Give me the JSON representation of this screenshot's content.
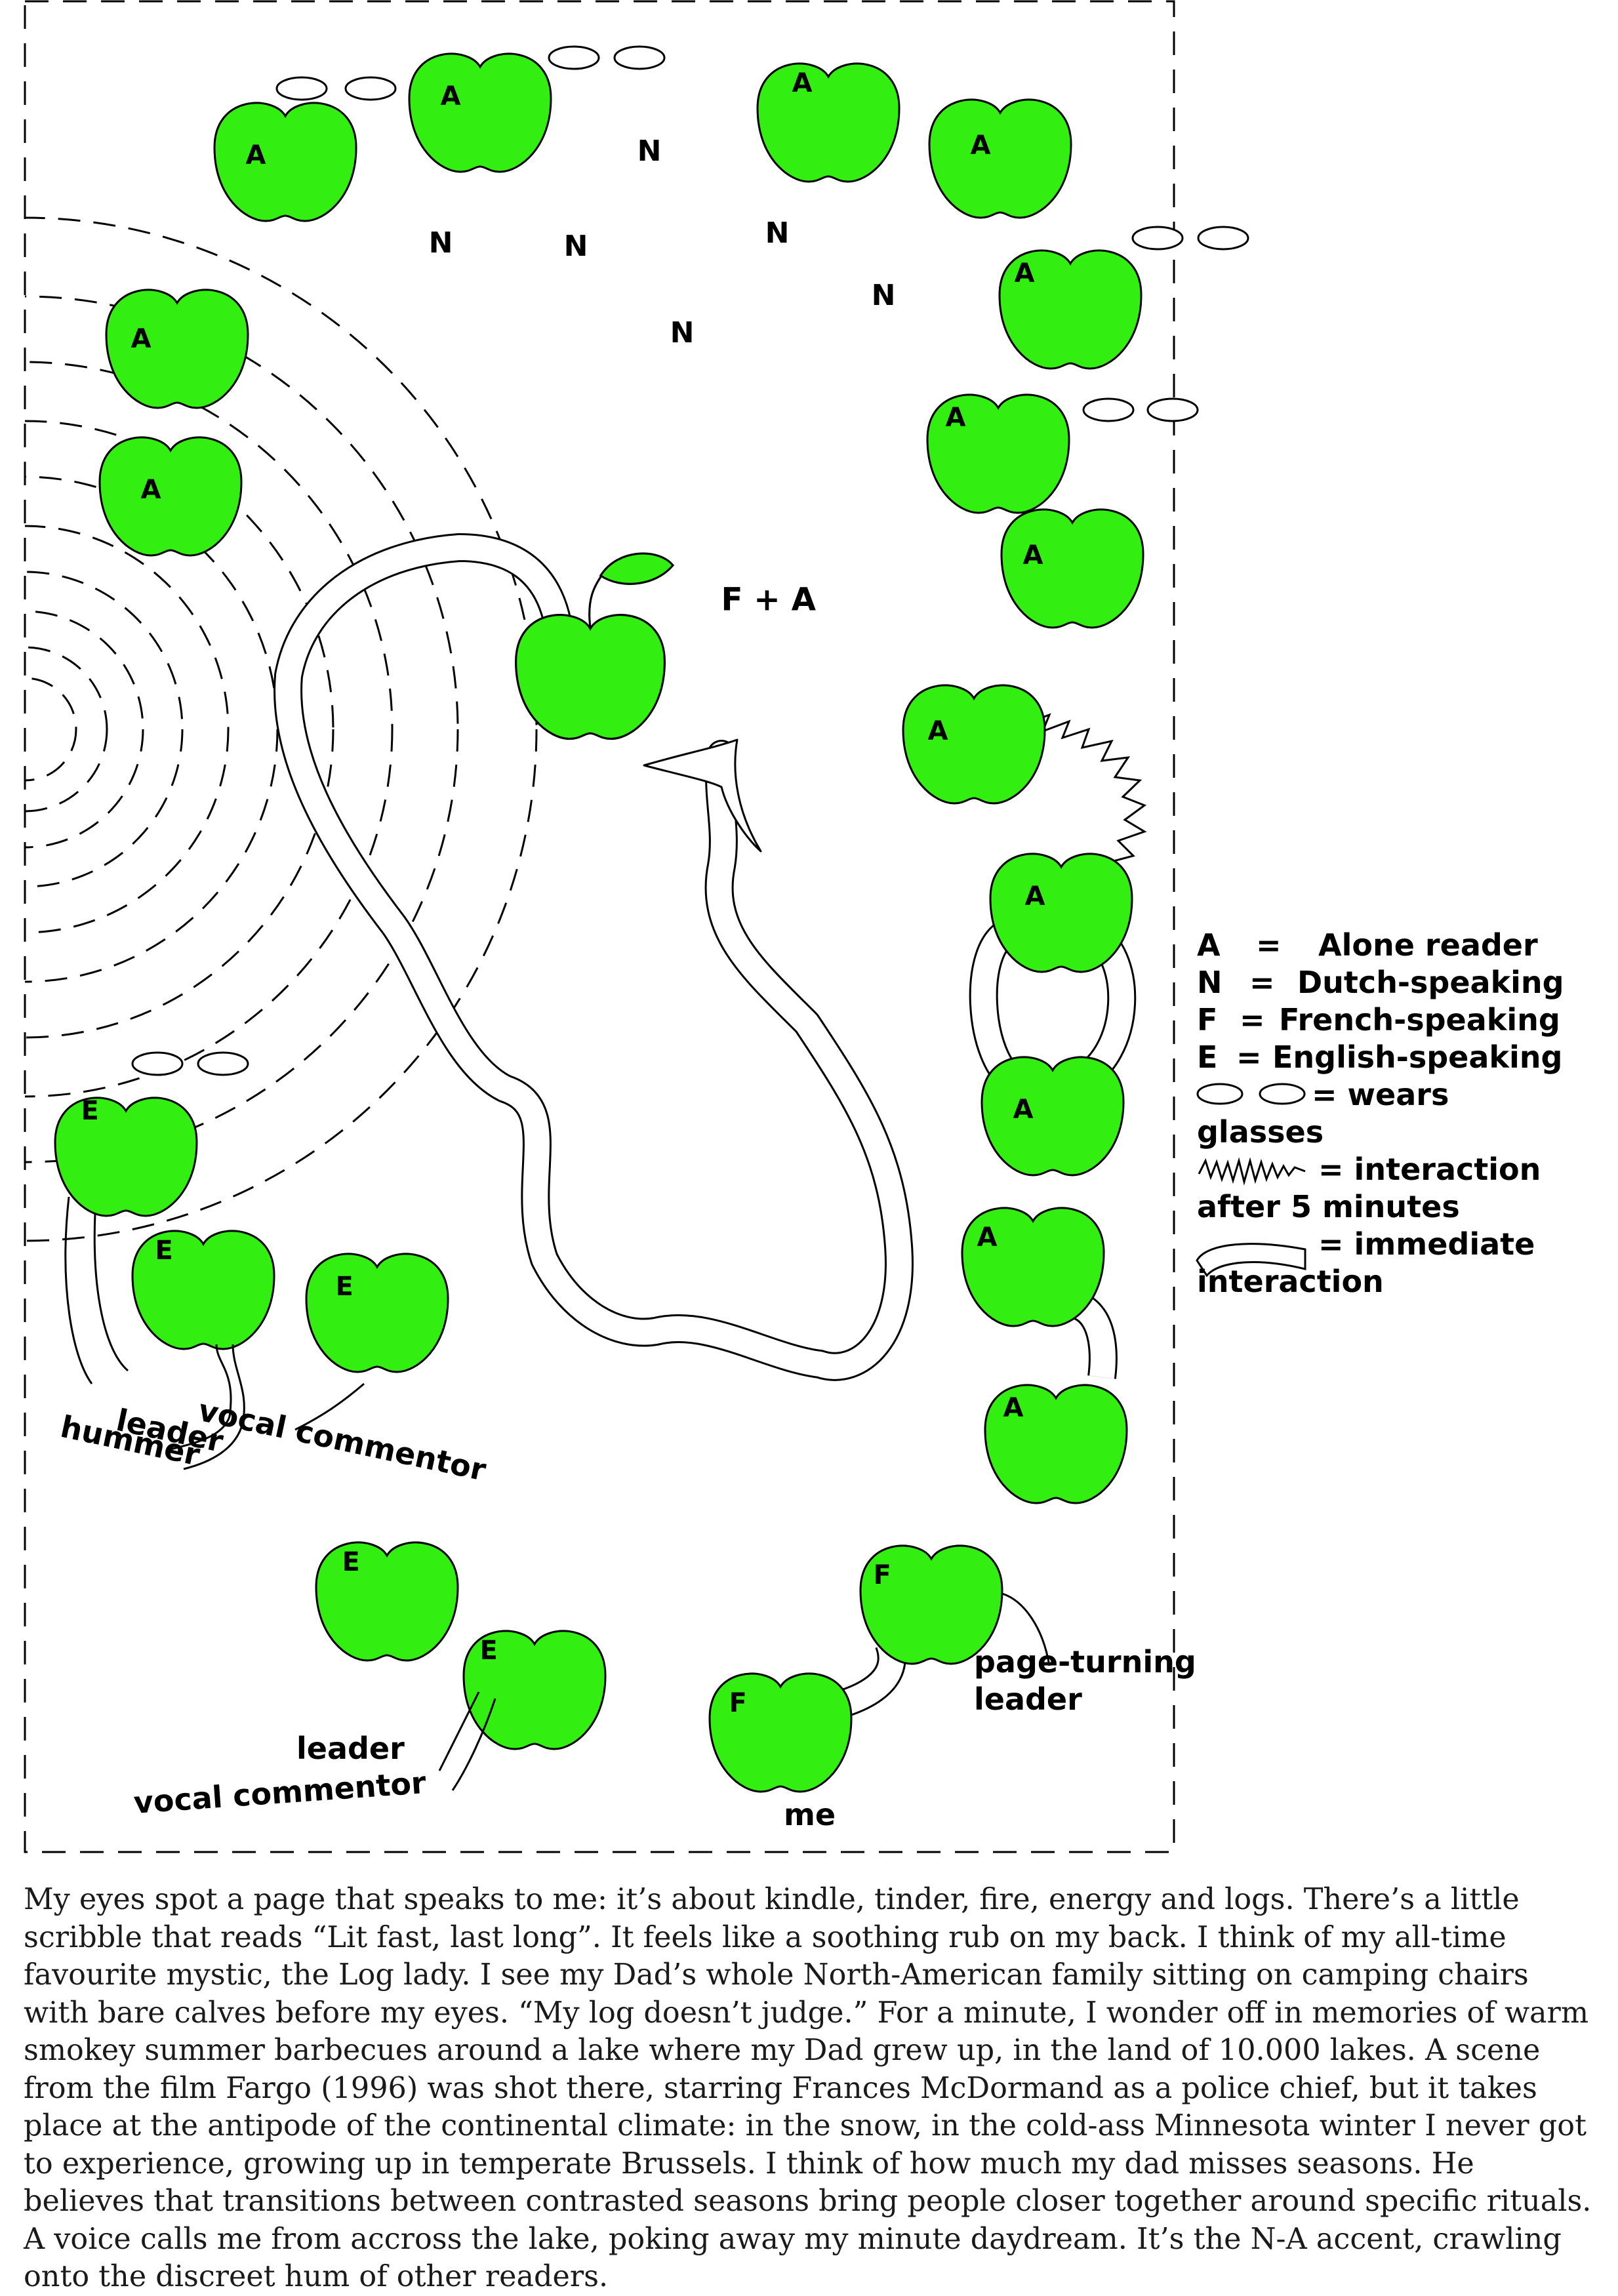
{
  "apples": [
    {
      "name": "apple-a-1",
      "letter": "A",
      "glasses": false
    },
    {
      "name": "apple-a-2",
      "letter": "A",
      "glasses": true
    },
    {
      "name": "apple-a-3",
      "letter": "A",
      "glasses": false
    },
    {
      "name": "apple-a-4",
      "letter": "A",
      "glasses": false
    },
    {
      "name": "apple-a-5",
      "letter": "A",
      "glasses": true
    },
    {
      "name": "apple-a-6",
      "letter": "A",
      "glasses": true
    },
    {
      "name": "apple-a-7",
      "letter": "A",
      "glasses": false
    },
    {
      "name": "apple-a-8",
      "letter": "A",
      "glasses": false
    },
    {
      "name": "apple-a-9",
      "letter": "A",
      "glasses": false
    },
    {
      "name": "apple-a-10",
      "letter": "A",
      "glasses": false
    },
    {
      "name": "apple-a-11",
      "letter": "A",
      "glasses": false
    },
    {
      "name": "apple-a-12",
      "letter": "A",
      "glasses": false
    },
    {
      "name": "apple-a-13",
      "letter": "A",
      "glasses": false
    },
    {
      "name": "apple-a-14",
      "letter": "A",
      "glasses": false
    },
    {
      "name": "apple-a-15",
      "letter": "A",
      "glasses": false
    },
    {
      "name": "apple-f-a",
      "letter": "F + A",
      "glasses": false
    },
    {
      "name": "apple-e-1",
      "letter": "E",
      "glasses": true
    },
    {
      "name": "apple-e-2",
      "letter": "E",
      "glasses": false
    },
    {
      "name": "apple-e-3",
      "letter": "E",
      "glasses": false
    },
    {
      "name": "apple-e-4",
      "letter": "E",
      "glasses": false
    },
    {
      "name": "apple-e-5",
      "letter": "E",
      "glasses": false
    },
    {
      "name": "apple-f-1",
      "letter": "F",
      "glasses": false
    },
    {
      "name": "apple-f-2",
      "letter": "F",
      "glasses": false
    }
  ],
  "n_markers": [
    "N",
    "N",
    "N",
    "N",
    "N",
    "N"
  ],
  "annotations": {
    "leader_1": "leader",
    "hummer": "hummer",
    "vocal_commentor_1": "vocal commentor",
    "leader_2": "leader",
    "vocal_commentor_2": "vocal commentor",
    "page_turning_leader_line1": "page-turning",
    "page_turning_leader_line2": "leader",
    "me": "me"
  },
  "legend": {
    "a_key": "A",
    "a_eq": "=",
    "a_value": "Alone reader",
    "n_key": "N",
    "n_eq": "=",
    "n_value": "Dutch-speaking",
    "f_key": "F",
    "f_eq": "=",
    "f_value": "French-speaking",
    "e_key": "E",
    "e_eq": "=",
    "e_value": "English-speaking",
    "glasses_text": "= wears",
    "glasses_text_2": "glasses",
    "zigzag_text": "= interaction",
    "zigzag_text_2": "after 5 minutes",
    "tube_text": "= immediate",
    "tube_text_2": "interaction"
  },
  "colors": {
    "apple": "#33ee11",
    "stroke": "#000000",
    "background": "#ffffff"
  },
  "story": "My eyes spot a page that speaks to me: it’s about kindle, tinder, fire, energy and logs. There’s a little scribble that reads “Lit fast, last long”. It feels like a soothing rub on my back. I think of my all-time favourite mystic, the Log lady. I see my Dad’s whole North-American family sitting on camping chairs with bare calves before my eyes. “My log doesn’t judge.” For a minute, I wonder off in memories of warm smokey summer barbecues around a lake where my Dad grew up, in the land of 10.000 lakes. A scene from the film Fargo (1996) was shot there, starring Frances McDormand as a police chief, but it takes place at the antipode of the continental climate: in the snow, in the cold-ass Minnesota winter I never got to experience, growing up in temperate Brussels. I think of how much my dad misses seasons. He believes that transitions between contrasted seasons bring people closer together around specific rituals. A voice calls me from accross the lake, poking away my minute daydream. It’s the N-A accent, crawling onto the discreet hum of other readers."
}
